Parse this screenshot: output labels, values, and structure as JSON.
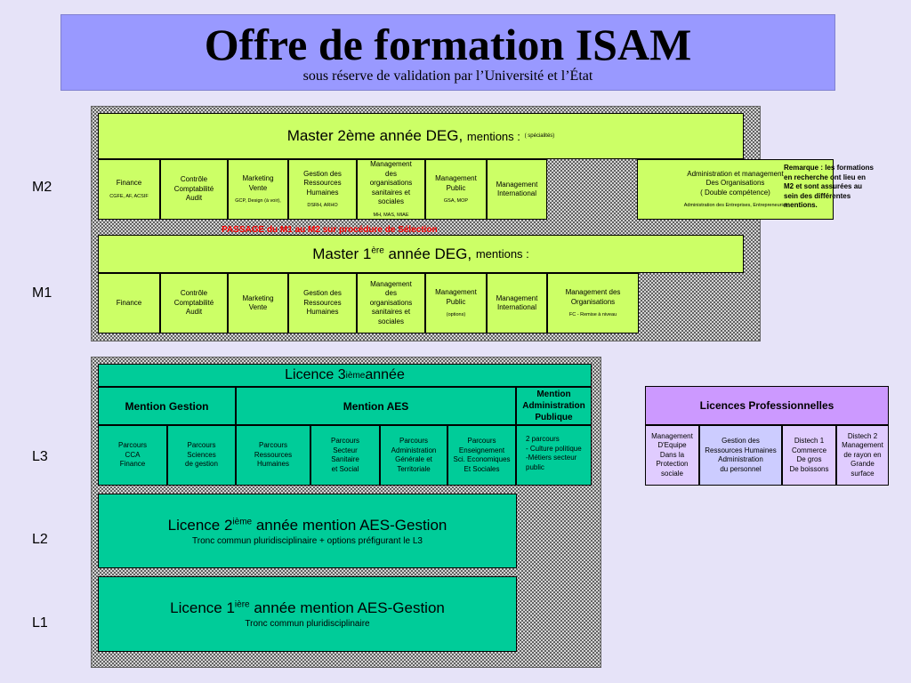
{
  "title": "Offre de formation ISAM",
  "subtitle": "sous réserve de validation par l’Université et l’État",
  "levels": {
    "m2": "M2",
    "m1": "M1",
    "l3": "L3",
    "l2": "L2",
    "l1": "L1"
  },
  "master2": {
    "header": "Master 2ème année DEG,",
    "mentions": "mentions :",
    "specialites": "( spécialités)",
    "cells": [
      {
        "name": "Finance",
        "sub": "CGFE, AF, ACSIF"
      },
      {
        "name": "Contrôle\nComptabilité\nAudit",
        "sub": ""
      },
      {
        "name": "Marketing\nVente",
        "sub": "GCP,  Design  (à voir),"
      },
      {
        "name": "Gestion des\nRessources\nHumaines",
        "sub": "DSRH, ARHO"
      },
      {
        "name": "Management\ndes\norganisations\nsanitaires et\nsociales",
        "sub": "MH, MAS, MIAE"
      },
      {
        "name": "Management\nPublic",
        "sub": "GSA,  MOP"
      },
      {
        "name": "Management\nInternational",
        "sub": ""
      },
      {
        "name": "Administration et management\nDes Organisations\n( Double compétence)",
        "sub": "Administration  des Entreprises,  Entrepreneuriat"
      }
    ]
  },
  "remark": "Remarque : les formations en recherche ont lieu en M2 et sont assurées au sein des différentes mentions.",
  "passage": "PASSAGE du M1 au M2 sur procédure de Sélection",
  "master1": {
    "header_a": "Master 1",
    "header_sup": "ère",
    "header_b": " année DEG,",
    "mentions": "mentions :",
    "cells": [
      {
        "name": "Finance",
        "sub": ""
      },
      {
        "name": "Contrôle\nComptabilité\nAudit",
        "sub": ""
      },
      {
        "name": "Marketing\nVente",
        "sub": ""
      },
      {
        "name": "Gestion des\nRessources\nHumaines",
        "sub": ""
      },
      {
        "name": "Management\ndes\norganisations\nsanitaires et\nsociales",
        "sub": ""
      },
      {
        "name": "Management\nPublic",
        "sub": "(options)"
      },
      {
        "name": "Management\nInternational",
        "sub": ""
      },
      {
        "name": "Management des\nOrganisations",
        "sub": "FC - Remise à niveau"
      }
    ]
  },
  "licence3": {
    "header_a": "Licence 3",
    "header_sup": "ième",
    "header_b": " année",
    "mention_gestion": "Mention Gestion",
    "mention_aes": "Mention AES",
    "mention_ap": "Mention\nAdministration\nPublique",
    "parcours": [
      "Parcours\nCCA\nFinance",
      "Parcours\nSciences\nde gestion",
      "Parcours\nRessources\nHumaines",
      "Parcours\nSecteur\nSanitaire\net Social",
      "Parcours\nAdministration\nGénérale et\nTerritoriale",
      "Parcours\nEnseignement\nSci. Economiques\nEt Sociales",
      "2 parcours\n - Culture politique\n-Métiers secteur\n  public"
    ]
  },
  "licence2": {
    "header_a": "Licence 2",
    "header_sup": "ième",
    "header_b": " année mention AES-Gestion",
    "sub": "Tronc commun pluridisciplinaire + options préfigurant le L3"
  },
  "licence1": {
    "header_a": "Licence 1",
    "header_sup": "ière",
    "header_b": " année mention AES-Gestion",
    "sub": "Tronc commun pluridisciplinaire"
  },
  "licpro": {
    "header": "Licences Professionnelles",
    "cells": [
      "Management\nD'Equipe\nDans la\nProtection\nsociale",
      "Gestion des\nRessources Humaines\nAdministration\ndu personnel",
      "Distech 1\nCommerce\nDe gros\nDe boissons",
      "Distech 2\nManagement\nde rayon en\nGrande\nsurface"
    ]
  },
  "colors": {
    "lime": "#ccff66",
    "teal": "#00cc99",
    "lavender": "#cc99ff",
    "title_bg": "#9999ff",
    "passage": "#ff0000"
  }
}
